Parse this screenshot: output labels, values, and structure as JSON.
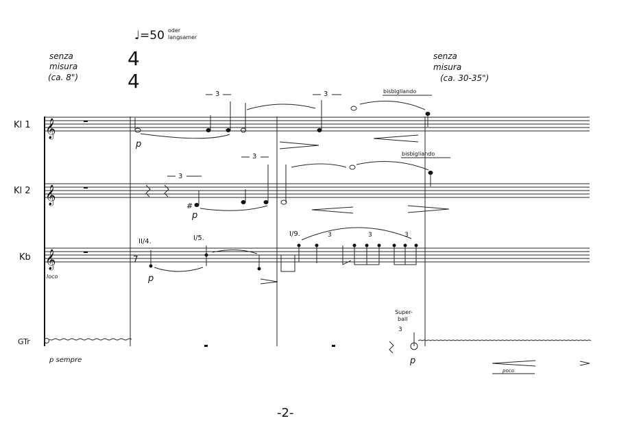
{
  "tempo": {
    "value": "♩=50",
    "note": [
      "oder",
      "langsamer"
    ]
  },
  "time_signature": {
    "top": "4",
    "bottom": "4"
  },
  "senza_misura_1": [
    "senza",
    "misura",
    "(ca. 8\")"
  ],
  "senza_misura_2": [
    "senza",
    "misura",
    "(ca. 30-35\")"
  ],
  "instruments": [
    "Kl 1",
    "Kl 2",
    "Kb",
    "GTr"
  ],
  "markings": {
    "bisbigliando_1": "bisbigliando",
    "bisbigliando_2": "bisbigliando",
    "tuplet": "3",
    "dyn_p": "p",
    "p_sempre": "p sempre",
    "loco": "loco",
    "pos_1": "II/4.",
    "pos_2": "I/5.",
    "pos_3": "I/9.",
    "superball": [
      "Super-",
      "ball"
    ],
    "poco": "poco"
  },
  "page_number": "-2-"
}
